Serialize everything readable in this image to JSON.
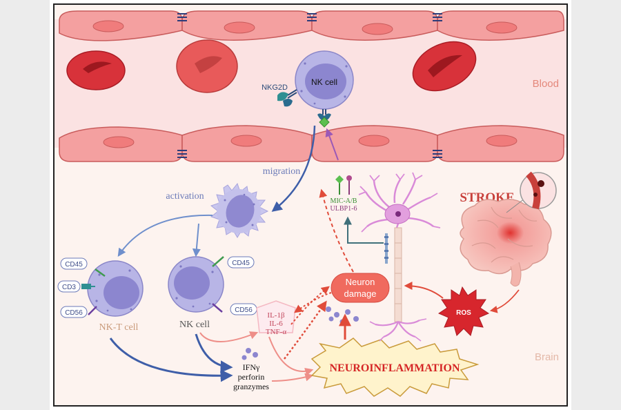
{
  "labels": {
    "blood": "Blood",
    "brain": "Brain",
    "nk_cell_blood": "NK cell",
    "nkg2d": "NKG2D",
    "migration": "migration",
    "activation": "activation",
    "mic": "MIC-A/B",
    "ulbp": "ULBP1-6",
    "stroke": "STROKE",
    "ros": "ROS",
    "neuron_damage_1": "Neuron",
    "neuron_damage_2": "damage",
    "il1b": "IL-1β",
    "il6": "IL-6",
    "tnfa": "TNF-α",
    "neuroinflammation": "NEUROINFLAMMATION",
    "nkt_cell": "NK-T cell",
    "nk_cell_brain": "NK cell",
    "ifng": "IFNγ",
    "perforin": "perforin",
    "granzymes": "granzymes",
    "cd45_a": "CD45",
    "cd3": "CD3",
    "cd56_a": "CD56",
    "cd45_b": "CD45",
    "cd56_b": "CD56"
  },
  "colors": {
    "vessel_bg": "#fbe2e2",
    "brain_bg": "#fdf3ef",
    "endothelial": "#f08585",
    "rbc": "#d8323a",
    "nk_cell": "#b8b5e6",
    "nk_nucleus": "#8c86cf",
    "region_text": "#e4877a",
    "stroke_text": "#c8403b",
    "ros": "#d7262d",
    "neuron": "#d98ad8",
    "arrow_blue": "#3e5ea8",
    "arrow_red": "#e04b3a"
  },
  "icons": [
    "neuron-icon",
    "brain-icon",
    "ros-burst-icon",
    "red-blood-cell-icon",
    "receptor-icon"
  ]
}
